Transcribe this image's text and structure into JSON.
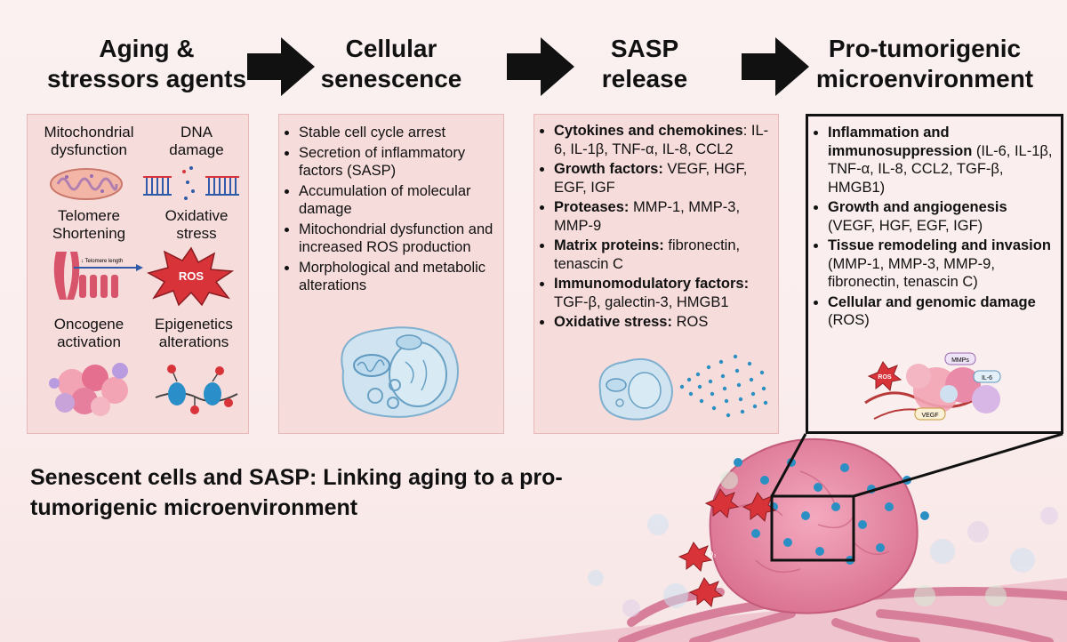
{
  "steps": [
    {
      "title_l1": "Aging &",
      "title_l2": "stressors agents"
    },
    {
      "title_l1": "Cellular",
      "title_l2": "senescence"
    },
    {
      "title_l1": "SASP",
      "title_l2": "release"
    },
    {
      "title_l1": "Pro-tumorigenic",
      "title_l2": "microenvironment"
    }
  ],
  "aging": {
    "mito_l1": "Mitochondrial",
    "mito_l2": "dysfunction",
    "dna_l1": "DNA",
    "dna_l2": "damage",
    "telomere_l1": "Telomere",
    "telomere_l2": "Shortening",
    "oxidative_l1": "Oxidative",
    "oxidative_l2": "stress",
    "oncogene_l1": "Oncogene",
    "oncogene_l2": "activation",
    "epigenetic_l1": "Epigenetics",
    "epigenetic_l2": "alterations",
    "ros_label": "ROS",
    "telomere_length_label": "↓ Telomere length"
  },
  "senescence": {
    "items": [
      "Stable cell cycle arrest",
      "Secretion of inflammatory factors (SASP)",
      "Accumulation of molecular damage",
      "Mitochondrial dysfunction and increased ROS production",
      "Morphological and metabolic alterations"
    ]
  },
  "sasp": {
    "items": [
      {
        "bold": "Cytokines and chemokines",
        "text": ": IL-6, IL-1β, TNF-α, IL-8, CCL2"
      },
      {
        "bold": "Growth factors:",
        "text": " VEGF, HGF, EGF, IGF"
      },
      {
        "bold": "Proteases:",
        "text": " MMP-1, MMP-3, MMP-9"
      },
      {
        "bold": "Matrix proteins:",
        "text": " fibronectin, tenascin C"
      },
      {
        "bold": "Immunomodulatory factors:",
        "text": " TGF-β, galectin-3, HMGB1"
      },
      {
        "bold": "Oxidative stress:",
        "text": " ROS"
      }
    ]
  },
  "micro": {
    "items": [
      {
        "bold": "Inflammation and immunosuppression",
        "text": " (IL-6, IL-1β, TNF-α, IL-8, CCL2, TGF-β, HMGB1)"
      },
      {
        "bold": "Growth and angiogenesis",
        "text": " (VEGF, HGF, EGF, IGF)"
      },
      {
        "bold": "Tissue remodeling and invasion",
        "text": " (MMP-1, MMP-3, MMP-9, fibronectin, tenascin C)"
      },
      {
        "bold": "Cellular and genomic damage",
        "text": " (ROS)"
      }
    ],
    "labels": {
      "mmps": "MMPs",
      "il6": "IL-6",
      "vegf": "VEGF",
      "ros": "ROS"
    }
  },
  "tumor": {
    "o2_label": "O₂"
  },
  "caption": "Senescent cells and SASP: Linking aging to a pro-tumorigenic microenvironment",
  "colors": {
    "panel_fill": "#f7dcdc",
    "panel_border": "#e7b9b9",
    "accent_ros": "#e0333d",
    "tumor_pink": "#e98aa8",
    "sasp_dot": "#2b8fc4"
  }
}
